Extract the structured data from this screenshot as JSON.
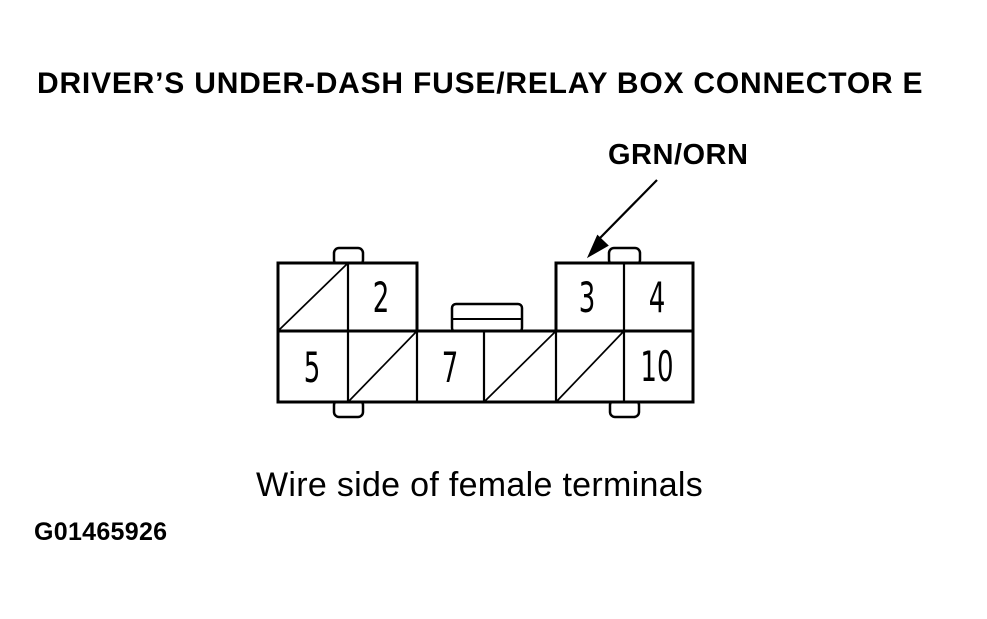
{
  "page": {
    "background_color": "#ffffff",
    "text_color": "#000000",
    "title": "DRIVER’S UNDER-DASH FUSE/RELAY BOX CONNECTOR E",
    "caption": "Wire side of female terminals",
    "figure_id": "G01465926"
  },
  "diagram": {
    "line_color": "#000000",
    "wire_label": "GRN/ORN",
    "arrow_target": "3",
    "pins": {
      "p2": "2",
      "p3": "3",
      "p4": "4",
      "p5": "5",
      "p7": "7",
      "p10": "10"
    },
    "layout": {
      "top_row_left_block": [
        "blocked",
        "2"
      ],
      "top_row_right_block": [
        "3",
        "4"
      ],
      "bottom_row": [
        "5",
        "blocked",
        "7",
        "blocked",
        "blocked",
        "10"
      ]
    }
  }
}
